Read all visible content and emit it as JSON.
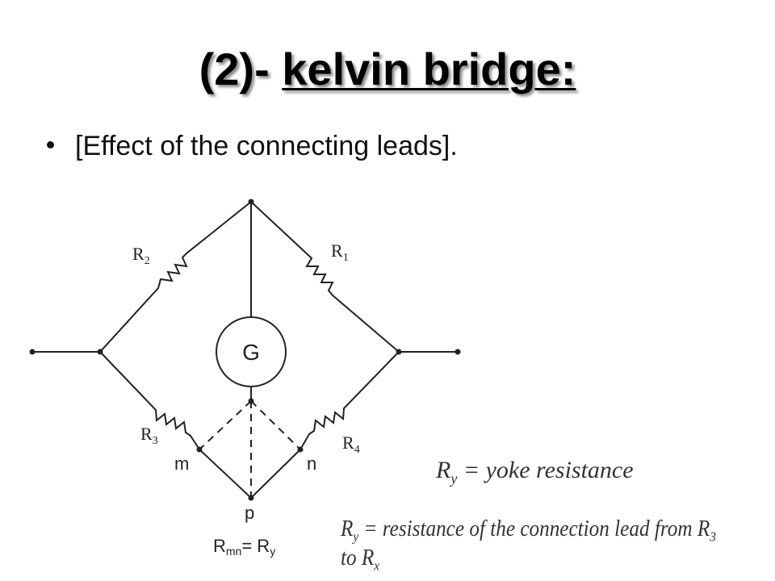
{
  "slide": {
    "title_prefix": "(2)- ",
    "title_main": "kelvin bridge:",
    "bullet": "[Effect of the connecting leads]."
  },
  "diagram": {
    "labels": {
      "R2": "R",
      "R2_sub": "2",
      "R1": "R",
      "R1_sub": "1",
      "R3": "R",
      "R3_sub": "3",
      "R4": "R",
      "R4_sub": "4",
      "G": "G",
      "m": "m",
      "n": "n",
      "p": "p",
      "rmn": "R",
      "rmn_sub": "mn",
      "rmn_eq": "= R",
      "rmn_eq_sub": "y"
    }
  },
  "equations": {
    "eq1": "R_y = yoke resistance",
    "eq1_lhs": "R",
    "eq1_lhs_sub": "y",
    "eq1_rhs": " = yoke resistance",
    "eq2": "R_y = resistance of the connection lead from R_3 to R_x",
    "eq2_lhs": "R",
    "eq2_lhs_sub": "y",
    "eq2_mid": " = resistance of the connection lead from R",
    "eq2_sub3": "3",
    "eq2_to": " to R",
    "eq2_subx": "x"
  }
}
